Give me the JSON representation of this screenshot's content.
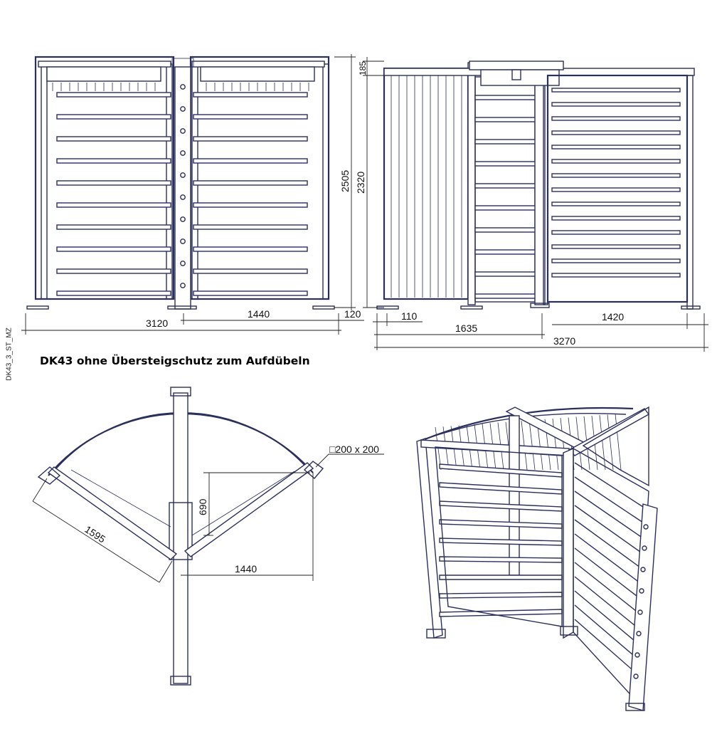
{
  "caption": "DK43 ohne Übersteigschutz zum Aufdübeln",
  "side_code": "DK43_3_ST_MZ",
  "colors": {
    "line": "#2b2f5c",
    "dim": "#222222",
    "background": "#ffffff"
  },
  "front_view": {
    "dims": {
      "total_width": "3120",
      "half_width": "1440",
      "foot": "120",
      "height": "2505"
    }
  },
  "side_view": {
    "dims": {
      "top": "185",
      "height": "2320",
      "offset": "110",
      "left_section": "1635",
      "right_section": "1420",
      "total": "3270"
    }
  },
  "top_view": {
    "dims": {
      "arm": "1595",
      "depth": "690",
      "half_width": "1440",
      "post": "□200 x 200"
    }
  }
}
